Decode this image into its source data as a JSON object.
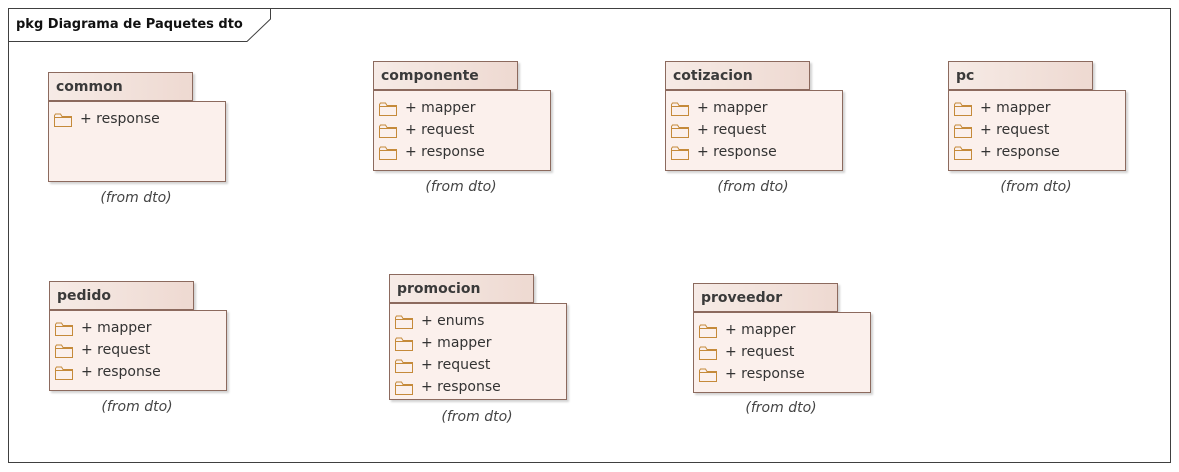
{
  "diagram": {
    "title": "pkg Diagrama de Paquetes dto",
    "packages": [
      {
        "name": "common",
        "items": [
          "+ response"
        ],
        "from": "(from dto)"
      },
      {
        "name": "componente",
        "items": [
          "+ mapper",
          "+ request",
          "+ response"
        ],
        "from": "(from dto)"
      },
      {
        "name": "cotizacion",
        "items": [
          "+ mapper",
          "+ request",
          "+ response"
        ],
        "from": "(from dto)"
      },
      {
        "name": "pc",
        "items": [
          "+ mapper",
          "+ request",
          "+ response"
        ],
        "from": "(from dto)"
      },
      {
        "name": "pedido",
        "items": [
          "+ mapper",
          "+ request",
          "+ response"
        ],
        "from": "(from dto)"
      },
      {
        "name": "promocion",
        "items": [
          "+ enums",
          "+ mapper",
          "+ request",
          "+ response"
        ],
        "from": "(from dto)"
      },
      {
        "name": "proveedor",
        "items": [
          "+ mapper",
          "+ request",
          "+ response"
        ],
        "from": "(from dto)"
      }
    ],
    "icon": "folder-icon"
  }
}
